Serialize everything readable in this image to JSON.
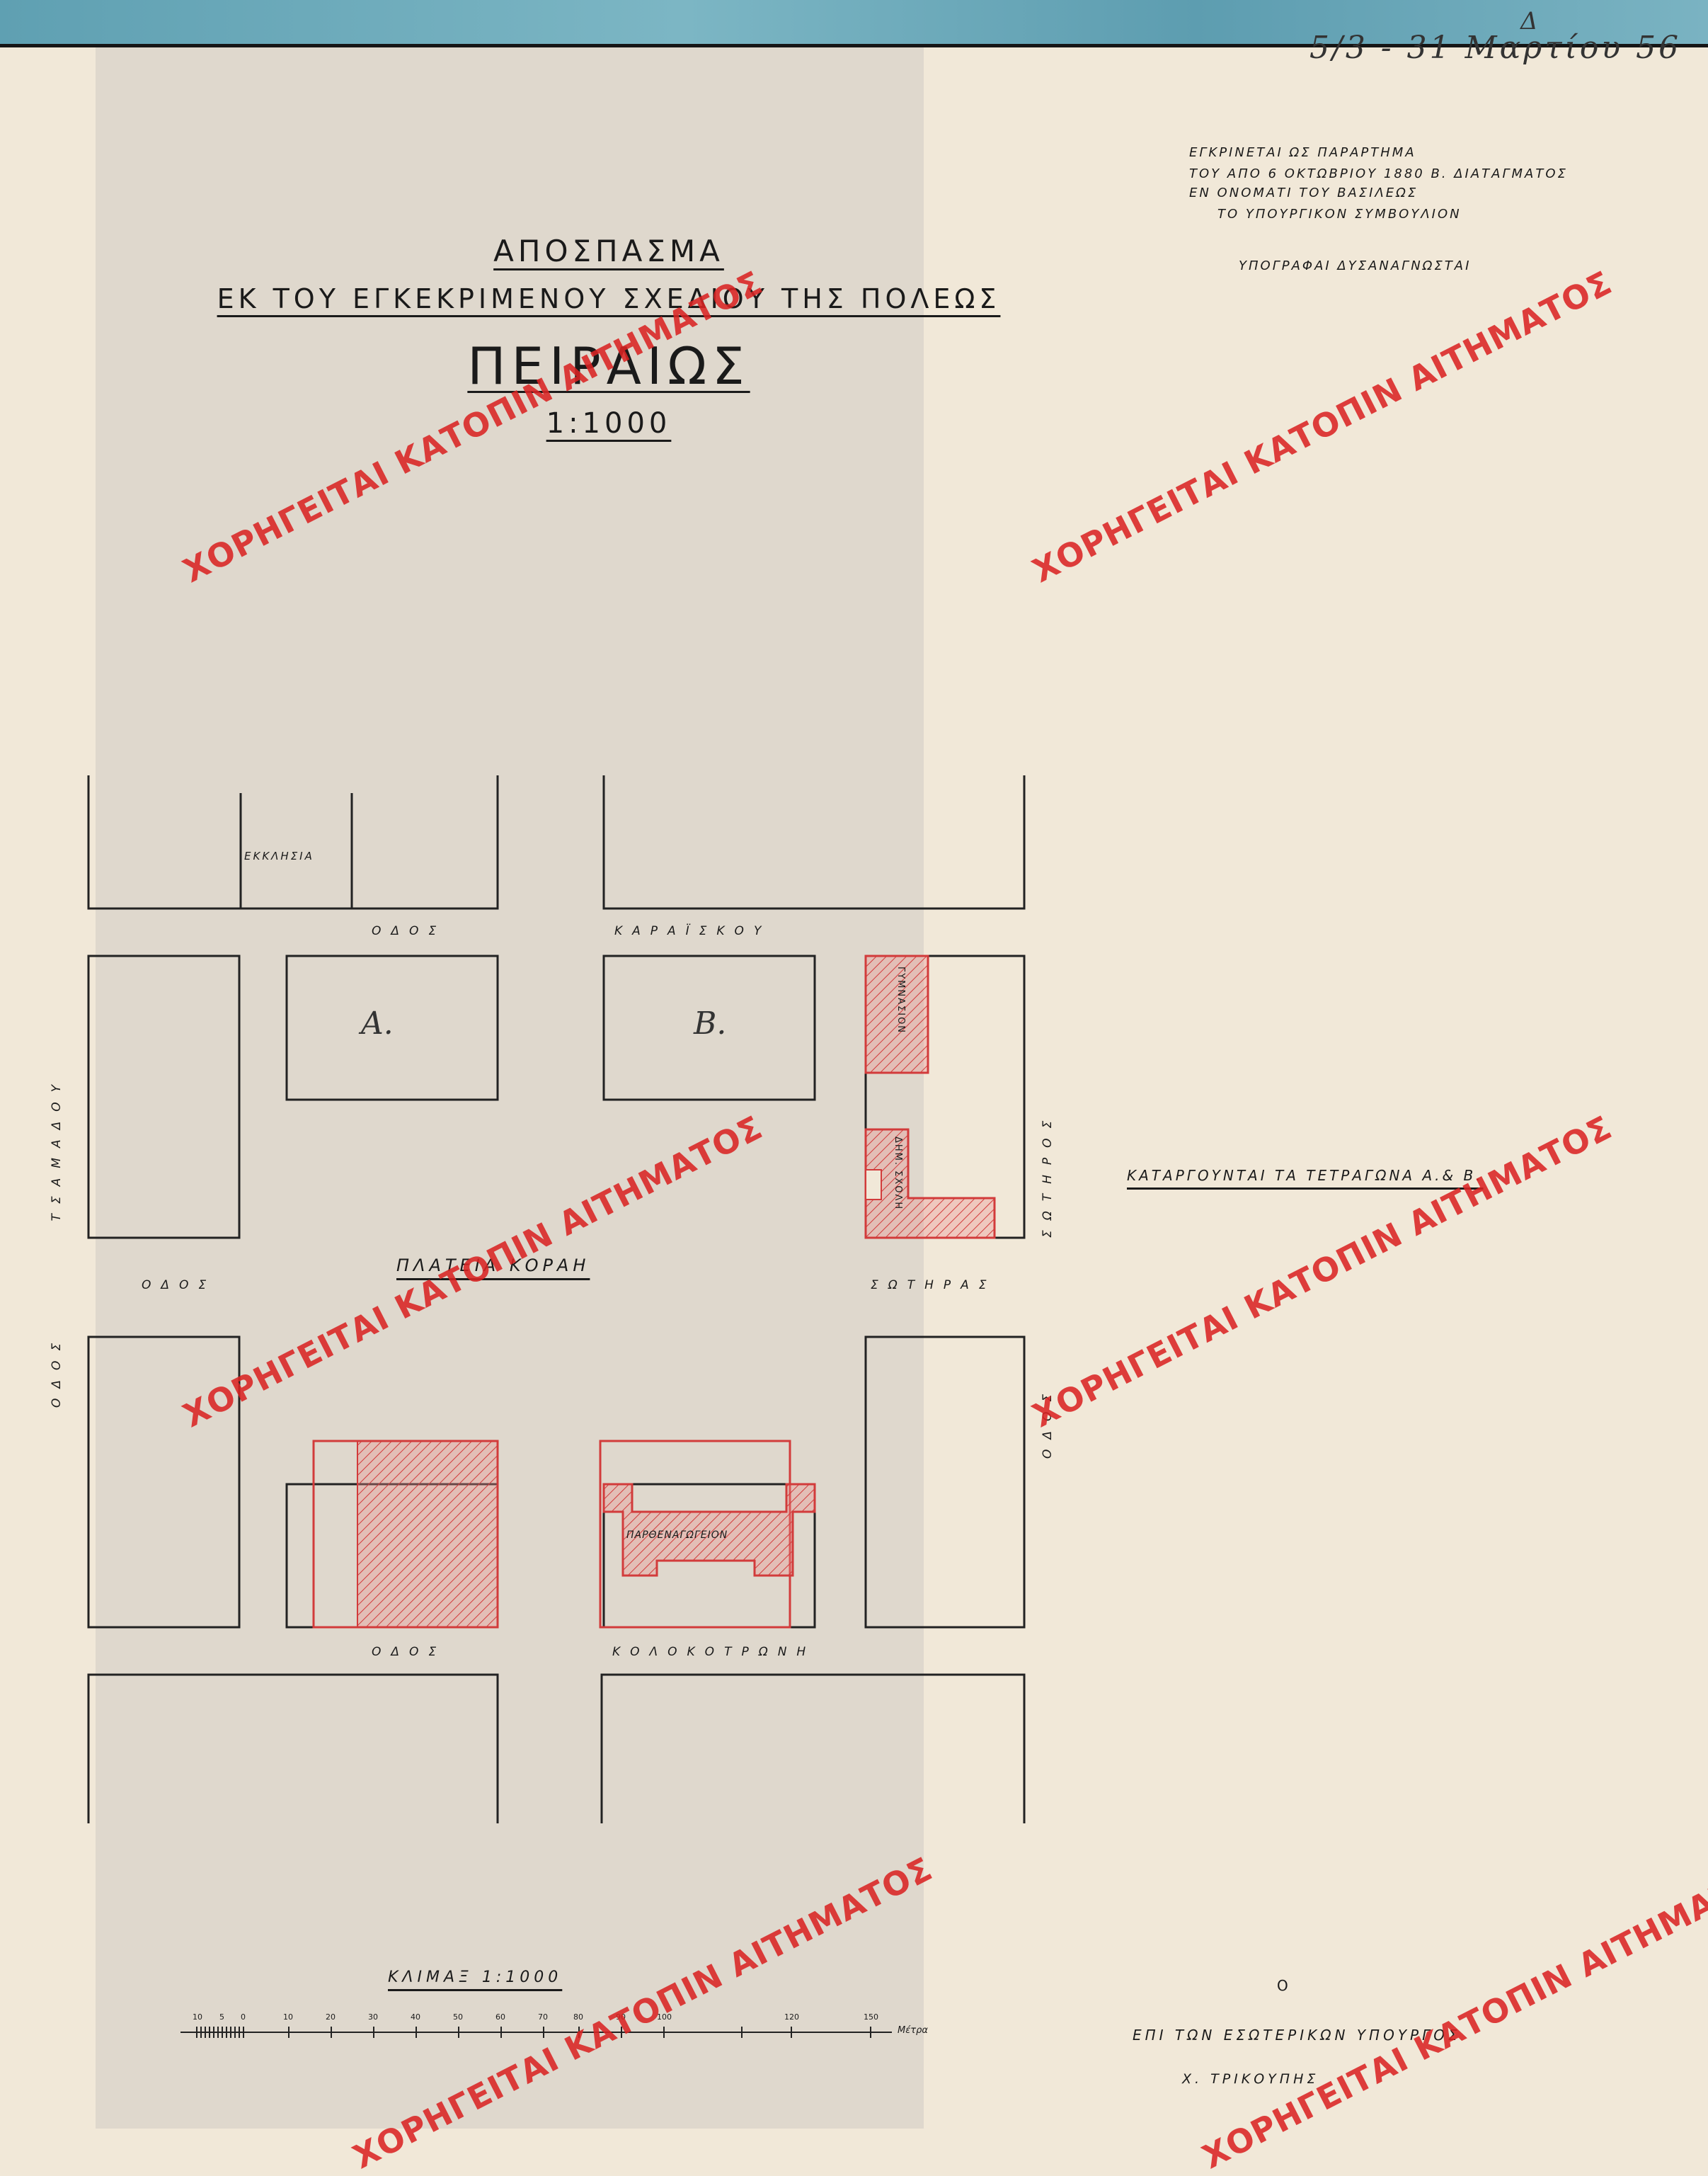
{
  "header": {
    "corner_letter": "Δ",
    "handwritten_note": "5/3 - 31 Μαρτίου 56"
  },
  "title": {
    "line1": "ΑΠΟΣΠΑΣΜΑ",
    "line2": "ΕΚ ΤΟΥ ΕΓΚΕΚΡΙΜΕΝΟΥ ΣΧΕΔΙΟΥ ΤΗΣ ΠΟΛΕΩΣ",
    "city": "ΠΕΙΡΑΙΩΣ",
    "scale": "1:1000"
  },
  "approval": {
    "line1": "ΕΓΚΡΙΝΕΤΑΙ ΩΣ ΠΑΡΑΡΤΗΜΑ",
    "line2": "ΤΟΥ ΑΠΟ 6 ΟΚΤΩΒΡΙΟΥ 1880 Β. ΔΙΑΤΑΓΜΑΤΟΣ",
    "line3": "ΕΝ ΟΝΟΜΑΤΙ ΤΟΥ ΒΑΣΙΛΕΩΣ",
    "line4": "ΤΟ ΥΠΟΥΡΓΙΚΟΝ ΣΥΜΒΟΥΛΙΟΝ",
    "line5": "ΥΠΟΓΡΑΦΑΙ ΔΥΣΑΝΑΓΝΩΣΤΑΙ"
  },
  "map": {
    "church_label": "ΕΚΚΛΗΣΙΑ",
    "street_odos": "ΟΔΟΣ",
    "street_karaiskou": "ΚΑΡΑΪΣΚΟΥ",
    "street_tsamadou": "ΤΣΑΜΑΔΟΥ",
    "street_sotiros": "ΣΩΤΗΡΟΣ",
    "street_sotiras": "ΣΩΤΗΡΑΣ",
    "street_kolokotroni": "ΚΟΛΟΚΟΤΡΩΝΗ",
    "square": "ΠΛΑΤΕΙΑ ΚΟΡΑΗ",
    "block_a": "A.",
    "block_b": "B.",
    "building_gymnasio": "ΓΥΜΝΑΣΙΟΝ",
    "building_school": "ΔΗΜ. ΣΧΟΛΗ",
    "building_market": "ΠΑΡΘΕΝΑΓΩΓΕΙΟΝ",
    "abolish_note": "ΚΑΤΑΡΓΟΥΝΤΑΙ ΤΑ ΤΕΤΡΑΓΩΝΑ Α.& Β."
  },
  "scale_bar": {
    "title": "ΚΛΙΜΑΞ 1:1000",
    "ticks": [
      "10",
      "5",
      "0",
      "10",
      "20",
      "30",
      "40",
      "50",
      "60",
      "70",
      "80",
      "90",
      "100",
      "120",
      "150"
    ],
    "unit": "Μέτρα"
  },
  "footer": {
    "circle_o": "Ο",
    "minister": "ΕΠΙ ΤΩΝ ΕΣΩΤΕΡΙΚΩΝ ΥΠΟΥΡΓΟΣ",
    "name": "Χ. ΤΡΙΚΟΥΠΗΣ"
  },
  "watermark": "ΧΟΡΗΓΕΙΤΑΙ ΚΑΤΟΠΙΝ ΑΙΤΗΜΑΤΟΣ",
  "colors": {
    "hatch_red": "#d23b3b",
    "watermark_red": "#da2323",
    "band_blue": "#6ba9b9"
  }
}
